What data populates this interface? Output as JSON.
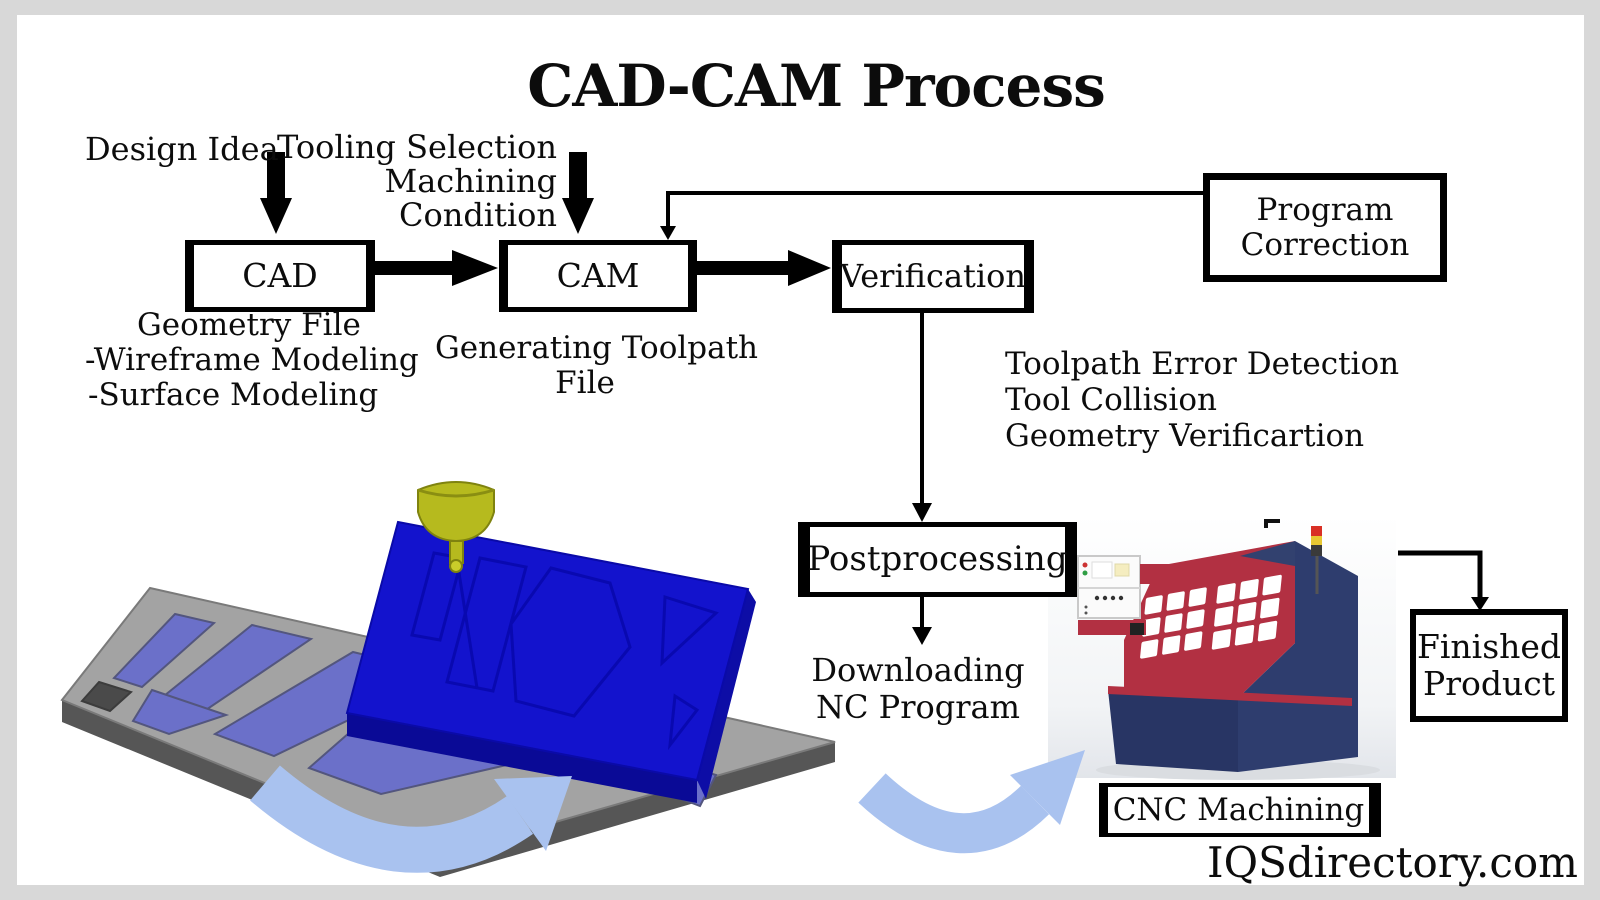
{
  "diagram": {
    "title": "CAD-CAM Process",
    "watermark": "IQSdirectory.com",
    "boxes": {
      "cad": "CAD",
      "cam": "CAM",
      "verification": "Verification",
      "program_correction": [
        "Program",
        "Correction"
      ],
      "postprocessing": "Postprocessing",
      "finished_product": [
        "Finished",
        "Product"
      ],
      "cnc_machining": "CNC Machining"
    },
    "labels": {
      "design_idea": "Design Idea",
      "tooling_input": [
        "Tooling Selection",
        "Machining",
        "Condition"
      ],
      "cad_output": [
        "Geometry File",
        "-Wireframe Modeling",
        "-Surface Modeling"
      ],
      "cam_output": [
        "Generating Toolpath",
        "File"
      ],
      "verification_checks": [
        "Toolpath Error Detection",
        "Tool Collision",
        "Geometry Verificartion"
      ],
      "postprocessing_output": [
        "Downloading",
        "NC Program"
      ]
    },
    "illustrations": {
      "cad_model": "gray-machined-part-3d-model",
      "cam_toolpath": "blue-part-with-milling-tool-simulation",
      "cnc_machine": "red-and-navy-cnc-machine"
    },
    "colors": {
      "frame": "#d8d8d8",
      "panel": "#ffffff",
      "ink": "#0c0c0c",
      "curved_arrow_blue": "#a9c2ef",
      "part_gray": "#a3a3a3",
      "pocket_blue": "#6b70c9",
      "cam_blue": "#1313cd",
      "tool_yellow": "#b6ba1e",
      "machine_red": "#b23042",
      "machine_navy": "#2e3d6e"
    }
  }
}
